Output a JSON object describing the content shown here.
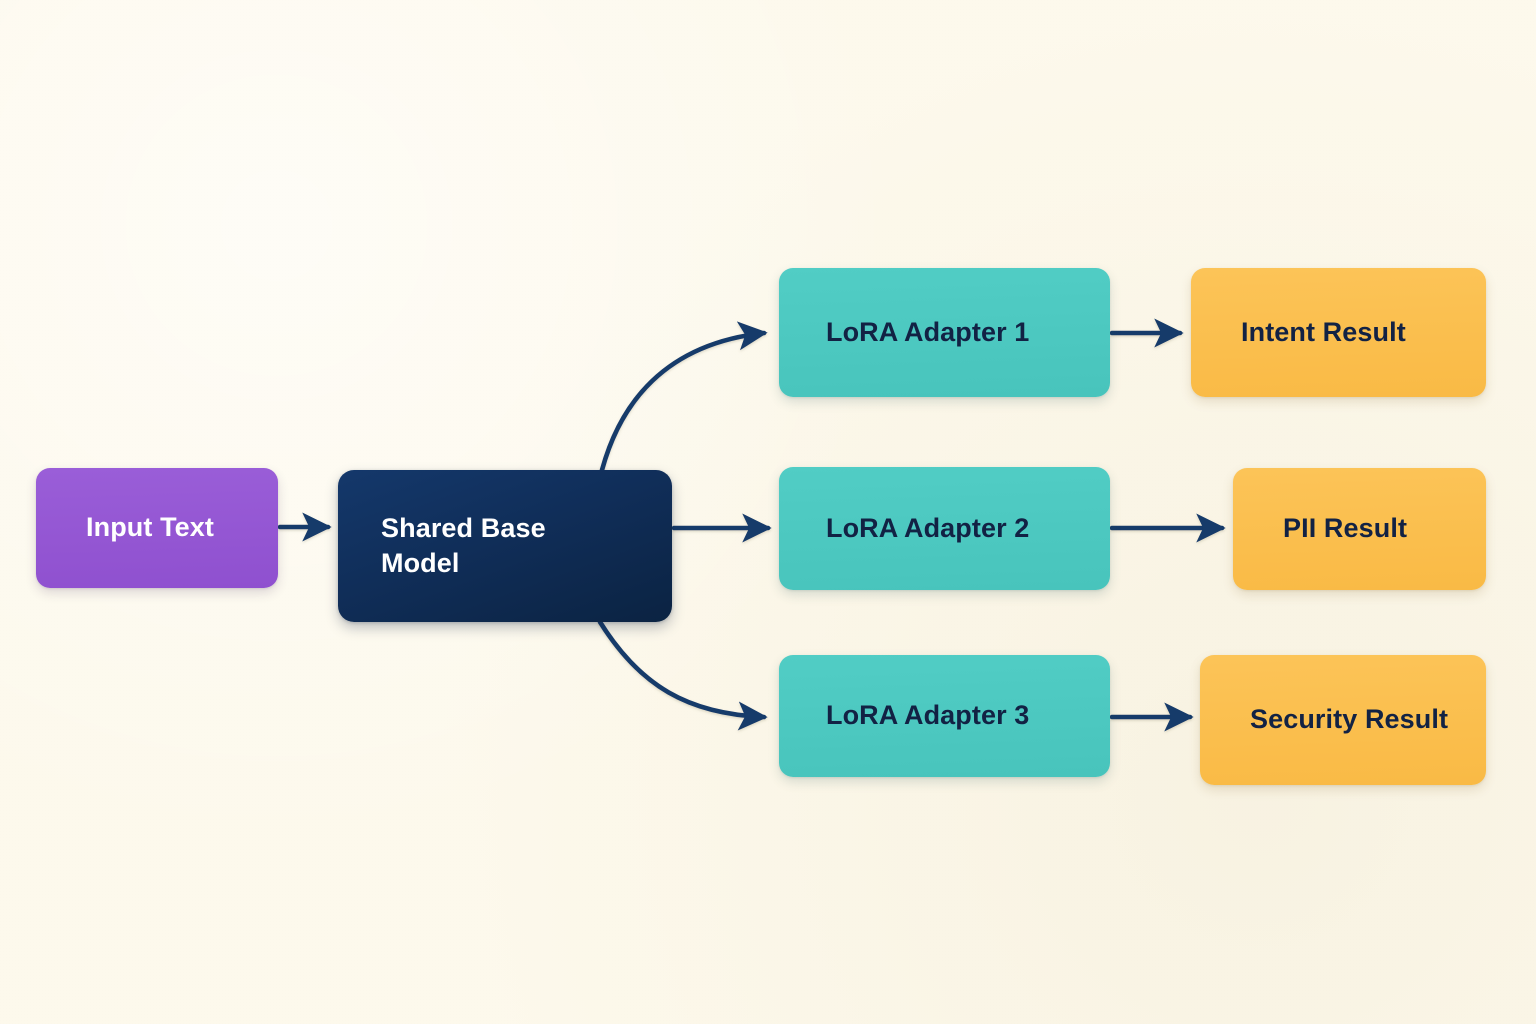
{
  "diagram": {
    "background_color": "#fdf9ec",
    "edge_color": "#123a6b",
    "nodes": {
      "input": {
        "label": "Input Text",
        "color": "#9558d4",
        "text_color": "#ffffff"
      },
      "base_model": {
        "label": "Shared Base\nModel",
        "color": "#123361",
        "text_color": "#ffffff"
      },
      "adapter_1": {
        "label": "LoRA Adapter 1",
        "color": "#4ec9c1",
        "text_color": "#122244"
      },
      "adapter_2": {
        "label": "LoRA Adapter 2",
        "color": "#4ec9c1",
        "text_color": "#122244"
      },
      "adapter_3": {
        "label": "LoRA Adapter 3",
        "color": "#4ec9c1",
        "text_color": "#122244"
      },
      "result_1": {
        "label": "Intent Result",
        "color": "#fbc152",
        "text_color": "#122244"
      },
      "result_2": {
        "label": "PII Result",
        "color": "#fbc152",
        "text_color": "#122244"
      },
      "result_3": {
        "label": "Security Result",
        "color": "#fbc152",
        "text_color": "#122244"
      }
    },
    "edges": [
      {
        "id": "input-to-base",
        "from": "Input Text",
        "to": "Shared Base Model",
        "style": "straight"
      },
      {
        "id": "base-to-adapter-1",
        "from": "Shared Base Model",
        "to": "LoRA Adapter 1",
        "style": "curved-up"
      },
      {
        "id": "base-to-adapter-2",
        "from": "Shared Base Model",
        "to": "LoRA Adapter 2",
        "style": "straight"
      },
      {
        "id": "base-to-adapter-3",
        "from": "Shared Base Model",
        "to": "LoRA Adapter 3",
        "style": "curved-down"
      },
      {
        "id": "adapter-1-to-result-1",
        "from": "LoRA Adapter 1",
        "to": "Intent Result",
        "style": "straight"
      },
      {
        "id": "adapter-2-to-result-2",
        "from": "LoRA Adapter 2",
        "to": "PII Result",
        "style": "straight"
      },
      {
        "id": "adapter-3-to-result-3",
        "from": "LoRA Adapter 3",
        "to": "Security Result",
        "style": "straight"
      }
    ]
  }
}
